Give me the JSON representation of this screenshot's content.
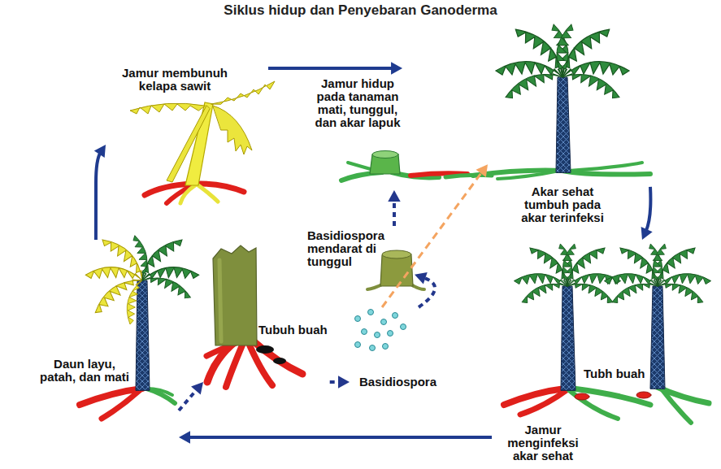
{
  "diagram": {
    "title": "Siklus hidup dan Penyebaran Ganoderma",
    "nodes": [
      {
        "text": [
          "Jamur membunuh kelapa sawit"
        ]
      },
      {
        "text": [
          "Jamur hidup pada tanaman mati, tunggul, dan akar lapuk"
        ]
      },
      {
        "text": [
          "Akar sehat tumbuh pada akar terinfeksi"
        ]
      },
      {
        "text": [
          "Tubh buah",
          "Jamur menginfeksi akar sehat"
        ]
      },
      {
        "text": [
          "Daun layu, patah, dan mati"
        ]
      },
      {
        "text": [
          "Tubuh buah"
        ]
      },
      {
        "text": [
          "Basidiospora"
        ]
      },
      {
        "text": [
          "Basidiospora mendarat di tunggul"
        ]
      }
    ],
    "edges": [
      {
        "from": 4,
        "to": 0,
        "arrow": "to"
      },
      {
        "from": 0,
        "to": 1,
        "arrow": "to"
      },
      {
        "from": 6,
        "to": 2,
        "arrow": "to"
      },
      {
        "from": 2,
        "to": 3,
        "arrow": "to"
      },
      {
        "from": 3,
        "to": 4,
        "arrow": "to"
      },
      {
        "from": 4,
        "to": 5,
        "arrow": "to"
      },
      {
        "from": 5,
        "to": 6,
        "arrow": "to"
      },
      {
        "from": 6,
        "to": 7,
        "arrow": "to"
      },
      {
        "from": 7,
        "to": 1,
        "arrow": "to"
      }
    ]
  }
}
